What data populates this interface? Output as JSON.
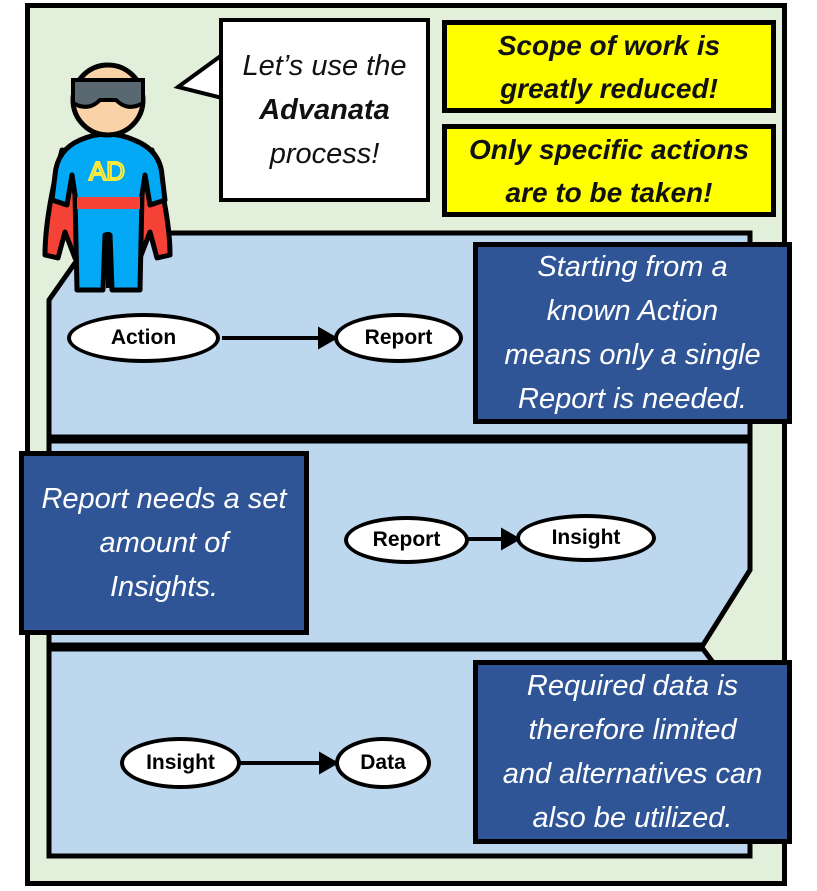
{
  "speech_bubble": {
    "line1": "Let’s use the",
    "line2": "Advanata",
    "line3": "process!"
  },
  "callouts": {
    "scope": {
      "line1": "Scope of work is",
      "line2": "greatly reduced!"
    },
    "actions": {
      "line1": "Only specific actions",
      "line2": "are to be taken!"
    }
  },
  "hero": {
    "chest_logo": "AD",
    "icon": "superhero-icon"
  },
  "panels": [
    {
      "flow": {
        "from": "Action",
        "to": "Report"
      },
      "note": [
        "Starting from a",
        "known Action",
        "means only a single",
        "Report is needed."
      ]
    },
    {
      "flow": {
        "from": "Report",
        "to": "Insight"
      },
      "note": [
        "Report needs a set",
        "amount of",
        "Insights."
      ]
    },
    {
      "flow": {
        "from": "Insight",
        "to": "Data"
      },
      "note": [
        "Required data is",
        "therefore limited",
        "and alternatives can",
        "also be utilized."
      ]
    }
  ],
  "colors": {
    "background": "#e2efda",
    "panel": "#bdd7ee",
    "note_box": "#2f5597",
    "highlight": "#ffff00"
  }
}
